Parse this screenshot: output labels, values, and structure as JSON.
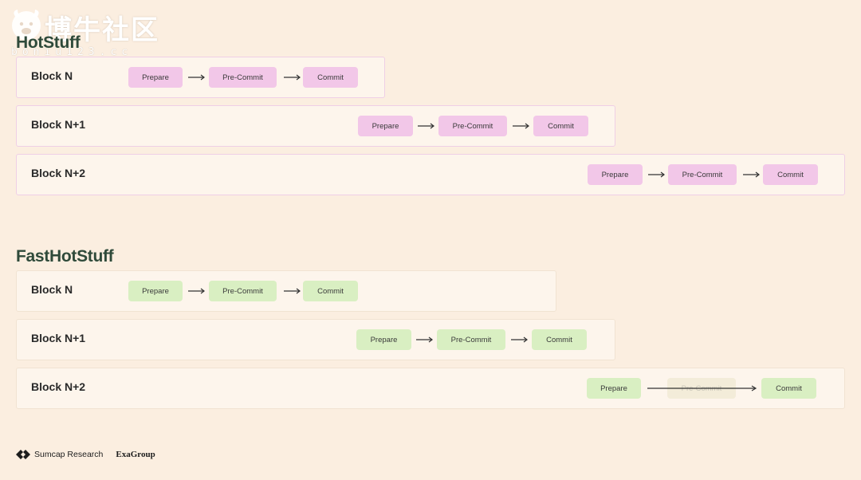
{
  "watermark": {
    "title": "博牛社区",
    "url": "boniu123.cc"
  },
  "hotstuff": {
    "title": "HotStuff",
    "rows": [
      {
        "label": "Block N",
        "phases": [
          "Prepare",
          "Pre-Commit",
          "Commit"
        ]
      },
      {
        "label": "Block N+1",
        "phases": [
          "Prepare",
          "Pre-Commit",
          "Commit"
        ]
      },
      {
        "label": "Block N+2",
        "phases": [
          "Prepare",
          "Pre-Commit",
          "Commit"
        ]
      }
    ]
  },
  "fasthotstuff": {
    "title": "FastHotStuff",
    "rows": [
      {
        "label": "Block N",
        "phases": [
          "Prepare",
          "Pre-Commit",
          "Commit"
        ]
      },
      {
        "label": "Block N+1",
        "phases": [
          "Prepare",
          "Pre-Commit",
          "Commit"
        ]
      },
      {
        "label": "Block N+2",
        "phases": [
          "Prepare",
          "Pre-Commit",
          "Commit"
        ],
        "skipped_phase": "Pre-Commit"
      }
    ]
  },
  "footer": {
    "sumcap": "Sumcap Research",
    "exa": "ExaGroup"
  },
  "colors": {
    "background": "#fbeee0",
    "hotstuff_phase": "#f2c7e8",
    "fasthotstuff_phase": "#d9efc2",
    "section_title": "#2f4a3a"
  }
}
